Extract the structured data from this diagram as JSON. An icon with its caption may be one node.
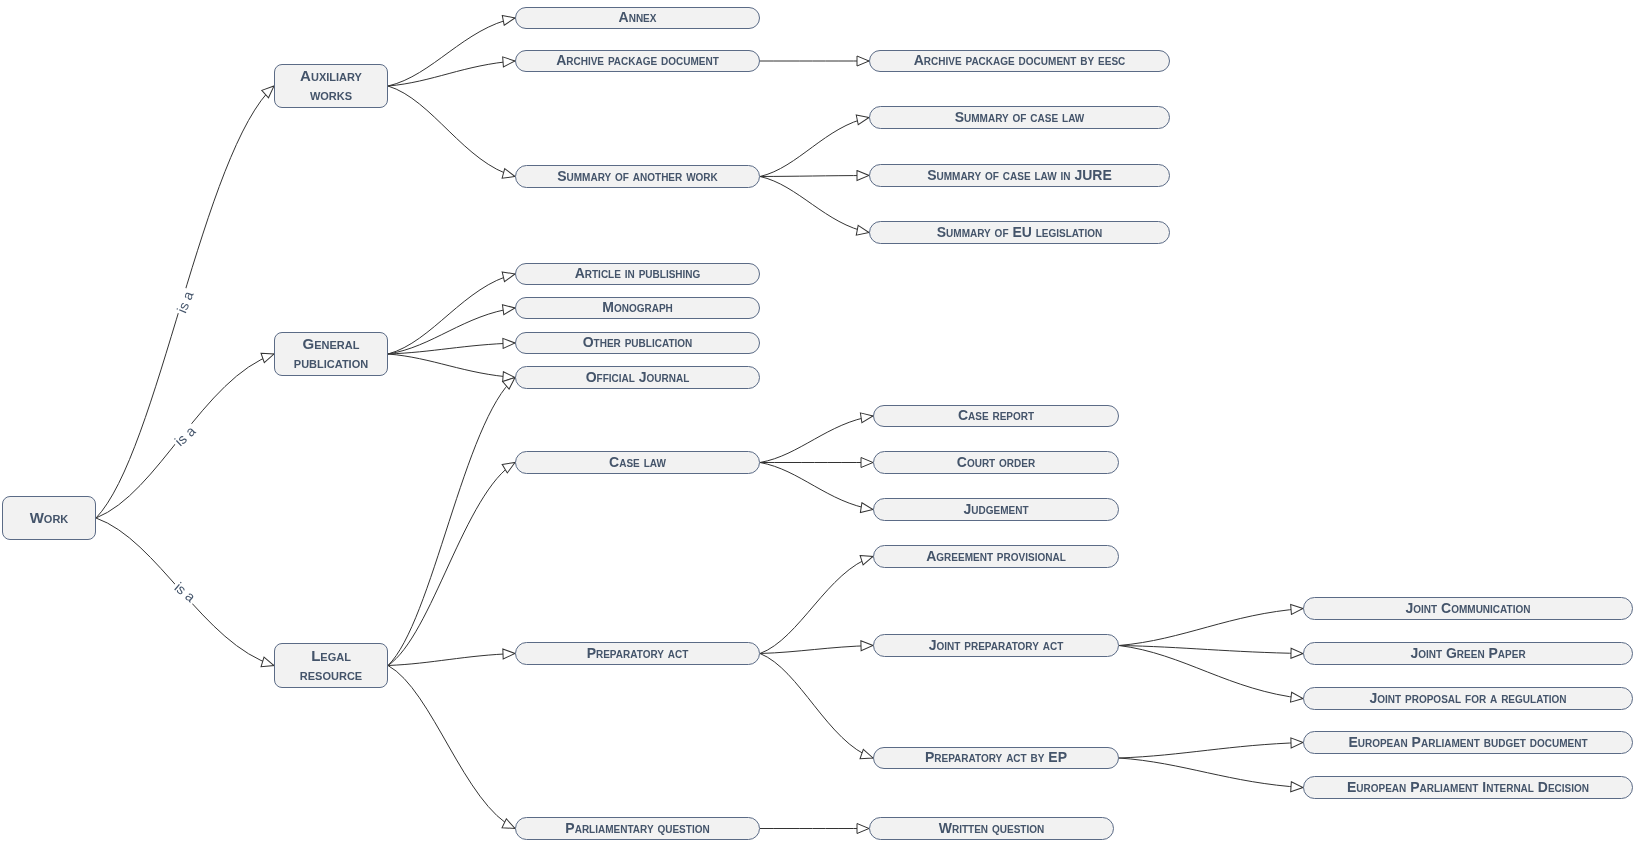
{
  "diagram": {
    "nodes": [
      {
        "text": [
          "Work"
        ]
      },
      {
        "text": [
          "Auxiliary works"
        ]
      },
      {
        "text": [
          "General publication"
        ]
      },
      {
        "text": [
          "Legal resource"
        ]
      },
      {
        "text": [
          "Annex"
        ]
      },
      {
        "text": [
          "Archive package document"
        ]
      },
      {
        "text": [
          "Summary of another work"
        ]
      },
      {
        "text": [
          "Article in publishing"
        ]
      },
      {
        "text": [
          "Monograph"
        ]
      },
      {
        "text": [
          "Other publication"
        ]
      },
      {
        "text": [
          "Official Journal"
        ]
      },
      {
        "text": [
          "Case law"
        ]
      },
      {
        "text": [
          "Preparatory act"
        ]
      },
      {
        "text": [
          "Parliamentary question"
        ]
      },
      {
        "text": [
          "Archive package document by eesc"
        ]
      },
      {
        "text": [
          "Summary of case law"
        ]
      },
      {
        "text": [
          "Summary of case law in JURE"
        ]
      },
      {
        "text": [
          "Summary of EU legislation"
        ]
      },
      {
        "text": [
          "Case report"
        ]
      },
      {
        "text": [
          "Court order"
        ]
      },
      {
        "text": [
          "Judgement"
        ]
      },
      {
        "text": [
          "Agreement provisional"
        ]
      },
      {
        "text": [
          "Joint preparatory act"
        ]
      },
      {
        "text": [
          "Preparatory act by EP"
        ]
      },
      {
        "text": [
          "Written question"
        ]
      },
      {
        "text": [
          "Joint Communication"
        ]
      },
      {
        "text": [
          "Joint Green Paper"
        ]
      },
      {
        "text": [
          "Joint proposal for a regulation"
        ]
      },
      {
        "text": [
          "European Parliament budget document"
        ]
      },
      {
        "text": [
          "European Parliament Internal Decision"
        ]
      }
    ],
    "edges": [
      {
        "from": 0,
        "to": 1,
        "arrow": "to",
        "label": "is a"
      },
      {
        "from": 0,
        "to": 2,
        "arrow": "to",
        "label": "is a"
      },
      {
        "from": 0,
        "to": 3,
        "arrow": "to",
        "label": "is a"
      },
      {
        "from": 1,
        "to": 4,
        "arrow": "to"
      },
      {
        "from": 1,
        "to": 5,
        "arrow": "to"
      },
      {
        "from": 1,
        "to": 6,
        "arrow": "to"
      },
      {
        "from": 2,
        "to": 7,
        "arrow": "to"
      },
      {
        "from": 2,
        "to": 8,
        "arrow": "to"
      },
      {
        "from": 2,
        "to": 9,
        "arrow": "to"
      },
      {
        "from": 2,
        "to": 10,
        "arrow": "to"
      },
      {
        "from": 3,
        "to": 10,
        "arrow": "to"
      },
      {
        "from": 3,
        "to": 11,
        "arrow": "to"
      },
      {
        "from": 3,
        "to": 12,
        "arrow": "to"
      },
      {
        "from": 3,
        "to": 13,
        "arrow": "to"
      },
      {
        "from": 5,
        "to": 14,
        "arrow": "to"
      },
      {
        "from": 6,
        "to": 15,
        "arrow": "to"
      },
      {
        "from": 6,
        "to": 16,
        "arrow": "to"
      },
      {
        "from": 6,
        "to": 17,
        "arrow": "to"
      },
      {
        "from": 11,
        "to": 18,
        "arrow": "to"
      },
      {
        "from": 11,
        "to": 19,
        "arrow": "to"
      },
      {
        "from": 11,
        "to": 20,
        "arrow": "to"
      },
      {
        "from": 12,
        "to": 21,
        "arrow": "to"
      },
      {
        "from": 12,
        "to": 22,
        "arrow": "to"
      },
      {
        "from": 12,
        "to": 23,
        "arrow": "to"
      },
      {
        "from": 13,
        "to": 24,
        "arrow": "to"
      },
      {
        "from": 22,
        "to": 25,
        "arrow": "to"
      },
      {
        "from": 22,
        "to": 26,
        "arrow": "to"
      },
      {
        "from": 22,
        "to": 27,
        "arrow": "to"
      },
      {
        "from": 23,
        "to": 28,
        "arrow": "to"
      },
      {
        "from": 23,
        "to": 29,
        "arrow": "to"
      }
    ]
  }
}
